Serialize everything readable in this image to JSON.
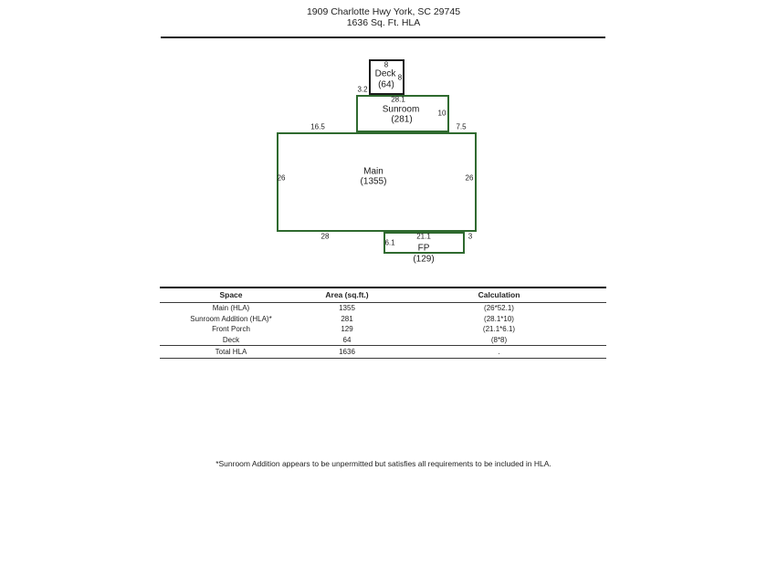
{
  "header": {
    "address": "1909 Charlotte Hwy York, SC 29745",
    "hla": "1636 Sq. Ft. HLA"
  },
  "plan": {
    "deck": {
      "name": "Deck",
      "area": "(64)",
      "dim_top": "8",
      "dim_right": "8"
    },
    "sunroom": {
      "name": "Sunroom",
      "area": "(281)",
      "dim_top": "28.1",
      "dim_right": "10",
      "dim_left_offset": "3.2"
    },
    "main": {
      "name": "Main",
      "area": "(1355)",
      "dim_top_left": "16.5",
      "dim_top_right": "7.5",
      "dim_left": "26",
      "dim_right": "26",
      "dim_bottom_left": "28",
      "dim_bottom_right": "3"
    },
    "fp": {
      "name": "FP",
      "area": "(129)",
      "dim_top": "21.1",
      "dim_left": "6.1"
    }
  },
  "table": {
    "headers": [
      "Space",
      "Area (sq.ft.)",
      "Calculation"
    ],
    "rows": [
      [
        "Main (HLA)",
        "1355",
        "(26*52.1)"
      ],
      [
        "Sunroom Addition (HLA)*",
        "281",
        "(28.1*10)"
      ],
      [
        "Front Porch",
        "129",
        "(21.1*6.1)"
      ],
      [
        "Deck",
        "64",
        "(8*8)"
      ]
    ],
    "total": [
      "Total HLA",
      "1636",
      "."
    ]
  },
  "footnote": "*Sunroom Addition appears to be unpermitted but satisfies all requirements to be included in HLA.",
  "colors": {
    "outline_green": "#2f6a2f",
    "outline_black": "#1c1c1c",
    "rule_black": "#1a1a1a"
  }
}
